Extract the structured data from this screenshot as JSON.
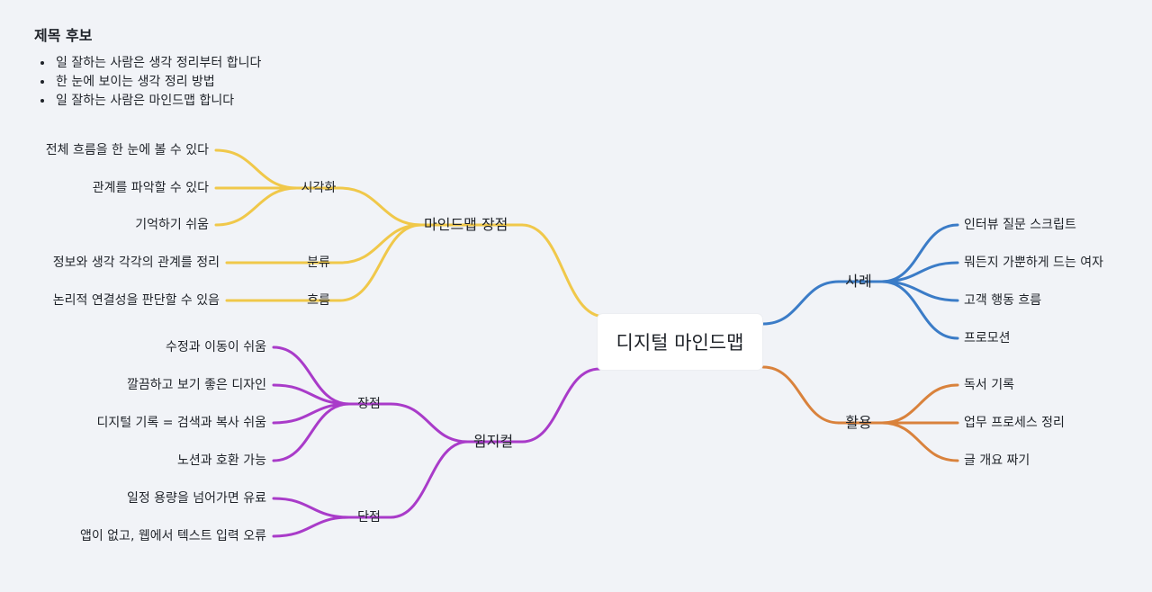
{
  "title": {
    "heading": "제목 후보",
    "candidates": [
      "일 잘하는 사람은 생각 정리부터 합니다",
      "한 눈에 보이는 생각 정리 방법",
      "일 잘하는 사람은 마인드맵 합니다"
    ]
  },
  "colors": {
    "yellow": "#f0c84a",
    "purple": "#a93bc9",
    "blue": "#3b7cc7",
    "orange": "#d9823c",
    "background": "#f1f3f7"
  },
  "mindmap": {
    "root": "디지털 마인드맵",
    "left": [
      {
        "label": "마인드맵 장점",
        "color": "yellow",
        "children": [
          {
            "label": "시각화",
            "children": [
              "전체 흐름을 한 눈에 볼 수 있다",
              "관계를 파악할 수 있다",
              "기억하기 쉬움"
            ]
          },
          {
            "label": "분류",
            "children": [
              "정보와 생각 각각의 관계를 정리"
            ]
          },
          {
            "label": "흐름",
            "children": [
              "논리적 연결성을 판단할 수 있음"
            ]
          }
        ]
      },
      {
        "label": "윔지컬",
        "color": "purple",
        "children": [
          {
            "label": "장점",
            "children": [
              "수정과 이동이 쉬움",
              "깔끔하고 보기 좋은 디자인",
              "디지털 기록 = 검색과 복사 쉬움",
              "노션과 호환 가능"
            ]
          },
          {
            "label": "단점",
            "children": [
              "일정 용량을 넘어가면 유료",
              "앱이 없고, 웹에서 텍스트 입력 오류"
            ]
          }
        ]
      }
    ],
    "right": [
      {
        "label": "사례",
        "color": "blue",
        "children": [
          "인터뷰 질문 스크립트",
          "뭐든지 가뿐하게 드는 여자",
          "고객 행동 흐름",
          "프로모션"
        ]
      },
      {
        "label": "활용",
        "color": "orange",
        "children": [
          "독서 기록",
          "업무 프로세스 정리",
          "글 개요 짜기"
        ]
      }
    ]
  }
}
